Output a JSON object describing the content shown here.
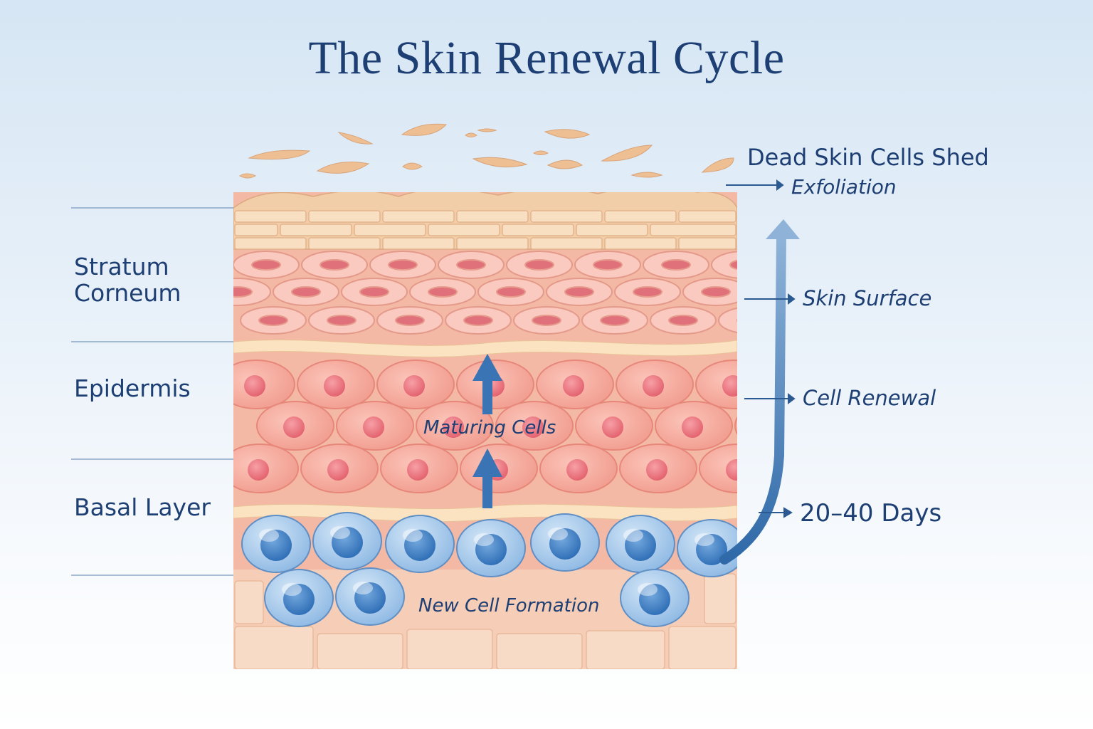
{
  "title": "The Skin Renewal Cycle",
  "layers": {
    "stratum_corneum": "Stratum Corneum",
    "stratum_line1": "Stratum",
    "stratum_line2": "Corneum",
    "epidermis": "Epidermis",
    "basal": "Basal Layer"
  },
  "labels": {
    "dead_cells": "Dead Skin Cells Shed",
    "exfoliation": "Exfoliation",
    "skin_surface": "Skin Surface",
    "cell_renewal": "Cell Renewal",
    "duration": "20–40 Days",
    "maturing": "Maturing Cells",
    "new_cell": "New Cell Formation"
  },
  "colors": {
    "text": "#1d3f73",
    "arrow": "#3f75b0",
    "corneum": "#f2cfa8",
    "spinous": "#f3a79a",
    "nucleus": "#e8707a",
    "basal_cell": "#a9cbec",
    "basal_nucleus": "#3f7fc6"
  }
}
